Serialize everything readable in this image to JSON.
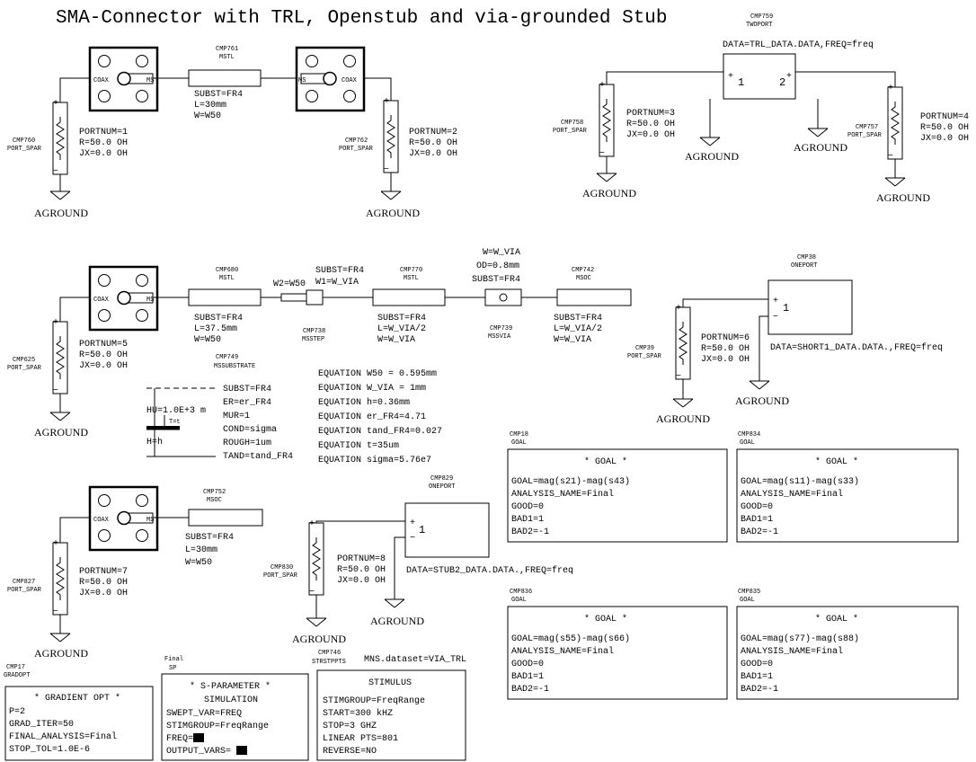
{
  "title": "SMA-Connector with TRL, Openstub and via-grounded Stub",
  "ground": "AGROUND",
  "coax": "COAX",
  "ms": "MS",
  "port_type": "PORT_SPAR",
  "r_value": "R=50.0 OH",
  "jx_value": "JX=0.0 OH",
  "ports": {
    "p1": {
      "id": "CMP760",
      "num": "PORTNUM=1"
    },
    "p2": {
      "id": "CMP762",
      "num": "PORTNUM=2"
    },
    "p3": {
      "id": "CMP758",
      "num": "PORTNUM=3"
    },
    "p4": {
      "id": "CMP757",
      "num": "PORTNUM=4"
    },
    "p5": {
      "id": "CMP625",
      "num": "PORTNUM=5"
    },
    "p6": {
      "id": "CMP39",
      "num": "PORTNUM=6"
    },
    "p7": {
      "id": "CMP827",
      "num": "PORTNUM=7"
    },
    "p8": {
      "id": "CMP830",
      "num": "PORTNUM=8"
    }
  },
  "twoport": {
    "id": "CMP759",
    "type": "TWOPORT",
    "data": "DATA=TRL_DATA.DATA,FREQ=freq",
    "pin1": "1",
    "pin2": "2"
  },
  "oneport1": {
    "id": "CMP38",
    "type": "ONEPORT",
    "data": "DATA=SHORT1_DATA.DATA.,FREQ=freq",
    "pin": "1"
  },
  "oneport2": {
    "id": "CMP829",
    "type": "ONEPORT",
    "data": "DATA=STUB2_DATA.DATA.,FREQ=freq",
    "pin": "1"
  },
  "mstl761": {
    "id": "CMP761",
    "type": "MSTL",
    "subst": "SUBST=FR4",
    "l": "L=30mm",
    "w": "W=W50"
  },
  "mstl680": {
    "id": "CMP680",
    "type": "MSTL",
    "subst": "SUBST=FR4",
    "l": "L=37.5mm",
    "w": "W=W50"
  },
  "mstep": {
    "id": "CMP738",
    "type": "MSSTEP",
    "w2": "W2=W50",
    "subst": "SUBST=FR4",
    "w1": "W1=W_VIA"
  },
  "mstl770": {
    "id": "CMP770",
    "type": "MSTL",
    "subst": "SUBST=FR4",
    "l": "L=W_VIA/2",
    "w": "W=W_VIA"
  },
  "msvia": {
    "id": "CMP739",
    "type": "MSSVIA",
    "w": "W=W_VIA",
    "od": "OD=0.8mm",
    "subst": "SUBST=FR4"
  },
  "msoc742": {
    "id": "CMP742",
    "type": "MSOC",
    "subst": "SUBST=FR4",
    "l": "L=W_VIA/2",
    "w": "W=W_VIA"
  },
  "msoc752": {
    "id": "CMP752",
    "type": "MSOC",
    "subst": "SUBST=FR4",
    "l": "L=30mm",
    "w": "W=W50"
  },
  "substrate": {
    "id": "CMP749",
    "type": "MSSUBSTRATE",
    "hu": "HU=1.0E+3 m",
    "t": "T=t",
    "h": "H=h",
    "lines": [
      "SUBST=FR4",
      "ER=er_FR4",
      "MUR=1",
      "COND=sigma",
      "ROUGH=1um",
      "TAND=tand_FR4"
    ]
  },
  "equations": [
    "EQUATION W50 = 0.595mm",
    "EQUATION W_VIA = 1mm",
    "EQUATION h=0.36mm",
    "EQUATION er_FR4=4.71",
    "EQUATION tand_FR4=0.027",
    "EQUATION t=35um",
    "EQUATION sigma=5.76e7"
  ],
  "goals": [
    {
      "id": "CMP18",
      "type": "GOAL",
      "title": "* GOAL *",
      "lines": [
        "GOAL=mag(s21)-mag(s43)",
        "ANALYSIS_NAME=Final",
        "GOOD=0",
        "BAD1=1",
        "BAD2=-1"
      ]
    },
    {
      "id": "CMP834",
      "type": "GOAL",
      "title": "* GOAL *",
      "lines": [
        "GOAL=mag(s11)-mag(s33)",
        "ANALYSIS_NAME=Final",
        "GOOD=0",
        "BAD1=1",
        "BAD2=-1"
      ]
    },
    {
      "id": "CMP836",
      "type": "GOAL",
      "title": "* GOAL *",
      "lines": [
        "GOAL=mag(s55)-mag(s66)",
        "ANALYSIS_NAME=Final",
        "GOOD=0",
        "BAD1=1",
        "BAD2=-1"
      ]
    },
    {
      "id": "CMP835",
      "type": "GOAL",
      "title": "* GOAL *",
      "lines": [
        "GOAL=mag(s77)-mag(s88)",
        "ANALYSIS_NAME=Final",
        "GOOD=0",
        "BAD1=1",
        "BAD2=-1"
      ]
    }
  ],
  "gradopt": {
    "id": "CMP17",
    "type": "GRADOPT",
    "title": "* GRADIENT OPT *",
    "lines": [
      "P=2",
      "GRAD_ITER=50",
      "FINAL_ANALYSIS=Final",
      "STOP_TOL=1.0E-6"
    ]
  },
  "sp": {
    "id": "Final",
    "type": "SP",
    "title1": "* S-PARAMETER *",
    "title2": "SIMULATION",
    "lines": [
      "SWEPT_VAR=FREQ",
      "STIMGROUP=FreqRange",
      "FREQ=",
      "OUTPUT_VARS="
    ]
  },
  "stimulus": {
    "id": "CMP746",
    "type": "STRSTPPTS",
    "dataset": "MNS.dataset=VIA_TRL",
    "title": "STIMULUS",
    "lines": [
      "STIMGROUP=FreqRange",
      "START=300 kHZ",
      "STOP=3 GHZ",
      "LINEAR PTS=801",
      "REVERSE=NO"
    ]
  }
}
